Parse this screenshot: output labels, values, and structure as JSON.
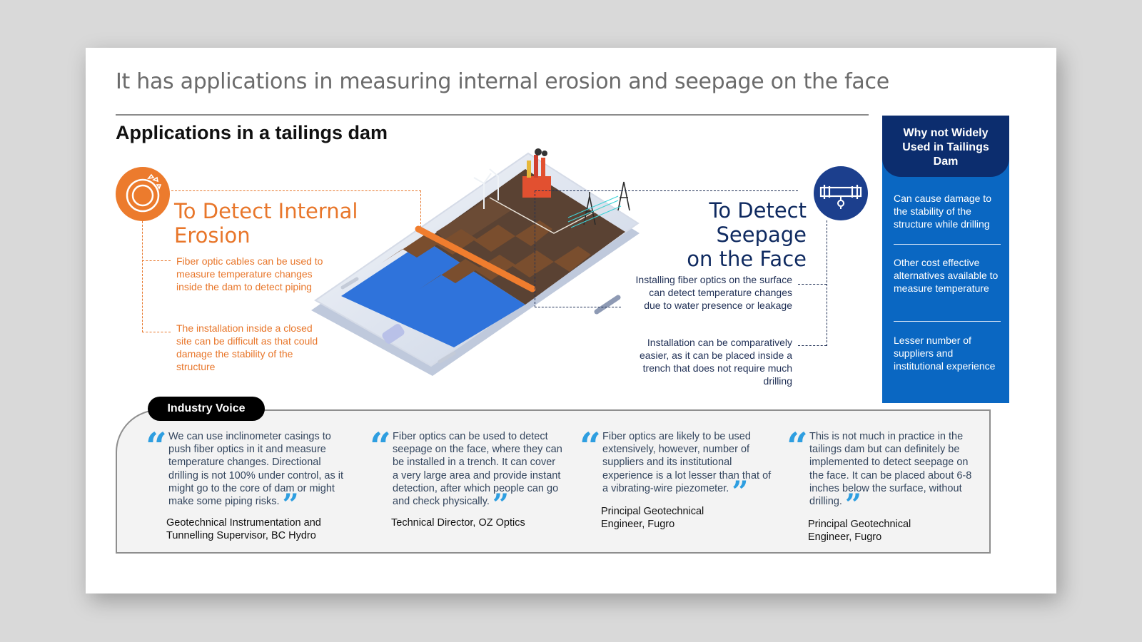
{
  "headline": "It has applications in measuring internal erosion and seepage on the face",
  "subheading": "Applications in a tailings dam",
  "erosion": {
    "title_line1": "To Detect Internal",
    "title_line2": "Erosion",
    "point1": "Fiber optic cables can be used to measure temperature changes inside the dam to detect piping",
    "point2": "The installation inside a closed site can be difficult as that could damage the stability of the structure",
    "icon": "erosion-icon",
    "color": "#e8762a"
  },
  "seepage": {
    "title_line1": "To Detect",
    "title_line2": "Seepage",
    "title_line3": "on the Face",
    "point1": "Installing fiber optics on the surface can detect temperature changes due to water presence or leakage",
    "point2": "Installation can be comparatively easier, as it can be placed inside a trench that does not require much drilling",
    "icon": "pipe-icon",
    "color": "#0f2a60"
  },
  "sidebar": {
    "title": "Why not Widely Used in Tailings Dam",
    "items": [
      "Can cause damage to the stability of the structure while drilling",
      "Other cost effective alternatives available to measure temperature",
      "Lesser number of suppliers and institutional experience"
    ],
    "header_color": "#0c2d6e",
    "body_color": "#0a67c2"
  },
  "industry_voice": {
    "label": "Industry Voice",
    "quotes": [
      {
        "text": "We can use inclinometer casings to push fiber optics in it and measure temperature changes. Directional drilling is not 100% under control, as it might go to the core of dam or might make some piping risks.",
        "author_line1": "Geotechnical Instrumentation and",
        "author_line2": "Tunnelling Supervisor, BC Hydro"
      },
      {
        "text": "Fiber optics can be used to detect seepage on the face, where they can be installed in a trench. It can cover a very large area and provide instant detection, after which people can go and check physically.",
        "author_line1": "Technical Director, OZ Optics",
        "author_line2": ""
      },
      {
        "text": "Fiber optics are likely to be used extensively, however, number of suppliers and its institutional experience is a lot lesser than that of a vibrating-wire piezometer.",
        "author_line1": "Principal Geotechnical",
        "author_line2": "Engineer, Fugro"
      },
      {
        "text": "This is not much in practice in the tailings dam but can definitely be implemented to detect seepage on the face. It can be placed about 6-8 inches below the surface, without drilling.",
        "author_line1": "Principal Geotechnical",
        "author_line2": "Engineer, Fugro"
      }
    ],
    "quote_mark_open": "“",
    "quote_mark_close": "”"
  }
}
